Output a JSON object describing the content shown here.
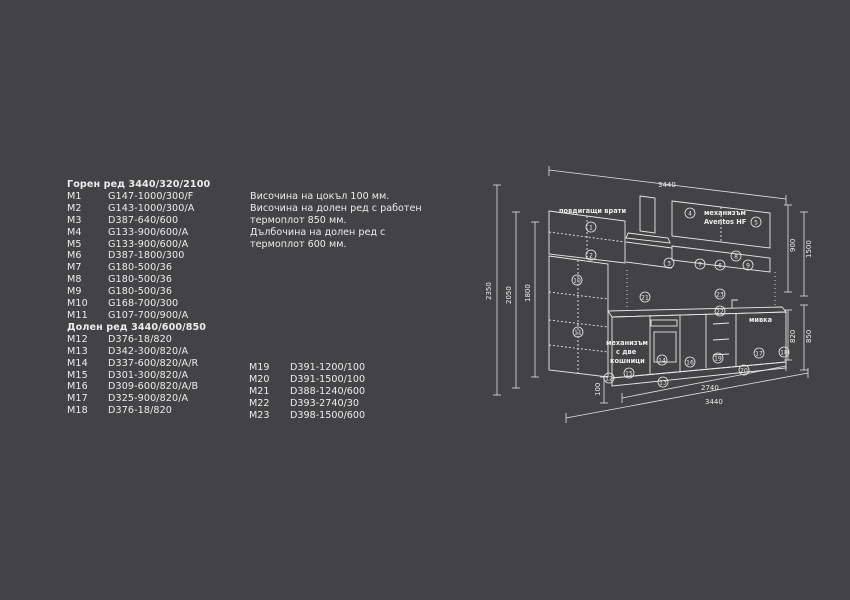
{
  "upper": {
    "heading": "Горен ред 3440/320/2100",
    "items": [
      {
        "code": "M1",
        "value": "G147-1000/300/F"
      },
      {
        "code": "M2",
        "value": "G143-1000/300/A"
      },
      {
        "code": "M3",
        "value": "D387-640/600"
      },
      {
        "code": "M4",
        "value": "G133-900/600/A"
      },
      {
        "code": "M5",
        "value": "G133-900/600/A"
      },
      {
        "code": "M6",
        "value": "D387-1800/300"
      },
      {
        "code": "M7",
        "value": "G180-500/36"
      },
      {
        "code": "M8",
        "value": "G180-500/36"
      },
      {
        "code": "M9",
        "value": "G180-500/36"
      },
      {
        "code": "M10",
        "value": "G168-700/300"
      },
      {
        "code": "M11",
        "value": "G107-700/900/A"
      }
    ]
  },
  "lower": {
    "heading": "Долен ред 3440/600/850",
    "items": [
      {
        "code": "M12",
        "value": "D376-18/820"
      },
      {
        "code": "M13",
        "value": "D342-300/820/A"
      },
      {
        "code": "M14",
        "value": "D337-600/820/A/R"
      },
      {
        "code": "M15",
        "value": "D301-300/820/A"
      },
      {
        "code": "M16",
        "value": "D309-600/820/A/B"
      },
      {
        "code": "M17",
        "value": "D325-900/820/A"
      },
      {
        "code": "M18",
        "value": "D376-18/820"
      }
    ],
    "items2": [
      {
        "code": "M19",
        "value": "D391-1200/100"
      },
      {
        "code": "M20",
        "value": "D391-1500/100"
      },
      {
        "code": "M21",
        "value": "D388-1240/600"
      },
      {
        "code": "M22",
        "value": "D393-2740/30"
      },
      {
        "code": "M23",
        "value": "D398-1500/600"
      }
    ]
  },
  "notes": [
    "Височина на цокъл 100 мм.",
    "Височина на долен ред с работен",
    "термоплот 850 мм.",
    "Дълбочина на долен ред с",
    "термоплот 600 мм."
  ],
  "diagram": {
    "dims": {
      "top_width": "3440",
      "height_total": "2350",
      "height_2050": "2050",
      "height_1800": "1800",
      "right_900": "900",
      "right_1500": "1500",
      "right_820": "820",
      "right_850": "850",
      "plinth_100": "100",
      "bottom_2740": "2740",
      "bottom_3440": "3440"
    },
    "labels": {
      "lift_doors": "повдигащи врати",
      "mechanism_1": "механизъм",
      "mechanism_1b": "Aventos HF",
      "sink": "мивка",
      "mechanism_2": "механизъм",
      "mechanism_2b": "с две",
      "mechanism_2c": "кошници"
    },
    "markers": [
      "1",
      "2",
      "3",
      "4",
      "5",
      "6",
      "7",
      "8",
      "9",
      "10",
      "11",
      "12",
      "13",
      "14",
      "15",
      "16",
      "17",
      "18",
      "19",
      "20",
      "21",
      "22",
      "23"
    ]
  }
}
